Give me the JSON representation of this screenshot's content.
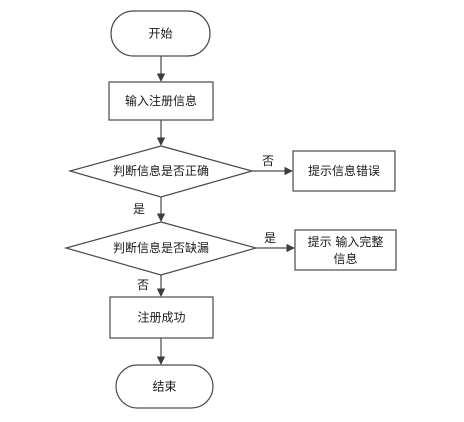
{
  "nodes": {
    "start": {
      "label": "开始"
    },
    "input": {
      "label": "输入注册信息"
    },
    "check_correct": {
      "label": "判断信息是否正确"
    },
    "error_tip": {
      "label": "提示信息错误"
    },
    "check_missing": {
      "label": "判断信息是否缺漏"
    },
    "complete_tip": {
      "line1": "提示 输入完整",
      "line2": "信息"
    },
    "success": {
      "label": "注册成功"
    },
    "end": {
      "label": "结束"
    }
  },
  "edges": {
    "correct_no": {
      "label": "否"
    },
    "correct_yes": {
      "label": "是"
    },
    "missing_yes": {
      "label": "是"
    },
    "missing_no": {
      "label": "否"
    }
  }
}
